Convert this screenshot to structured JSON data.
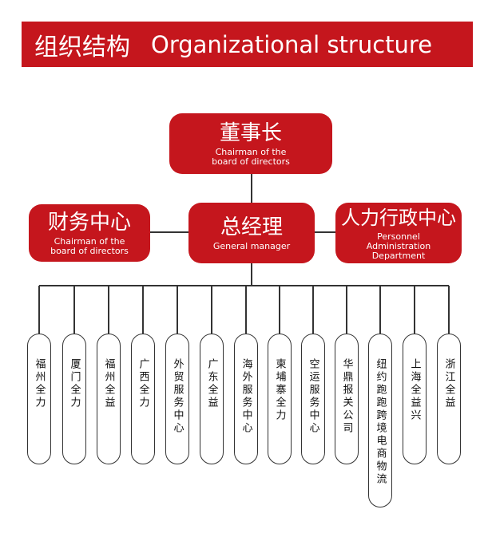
{
  "banner": {
    "title_zh": "组织结构",
    "title_en": "Organizational structure"
  },
  "chairman": {
    "zh": "董事长",
    "en_line1": "Chairman of the",
    "en_line2": "board of directors"
  },
  "general_manager": {
    "zh": "总经理",
    "en": "General manager"
  },
  "finance_center": {
    "zh": "财务中心",
    "en_line1": "Chairman of the",
    "en_line2": "board of directors"
  },
  "hr_center": {
    "zh": "人力行政中心",
    "en_line1": "Personnel",
    "en_line2": "Administration",
    "en_line3": "Department"
  },
  "subsidiaries": [
    "福州全力",
    "厦门全力",
    "福州全益",
    "广西全力",
    "外贸服务中心",
    "广东全益",
    "海外服务中心",
    "柬埔寨全力",
    "空运服务中心",
    "华鼎报关公司",
    "纽约跑跑跨境电商物流",
    "上海全益兴",
    "浙江全益"
  ],
  "colors": {
    "accent": "#c5161d",
    "line": "#333333"
  }
}
